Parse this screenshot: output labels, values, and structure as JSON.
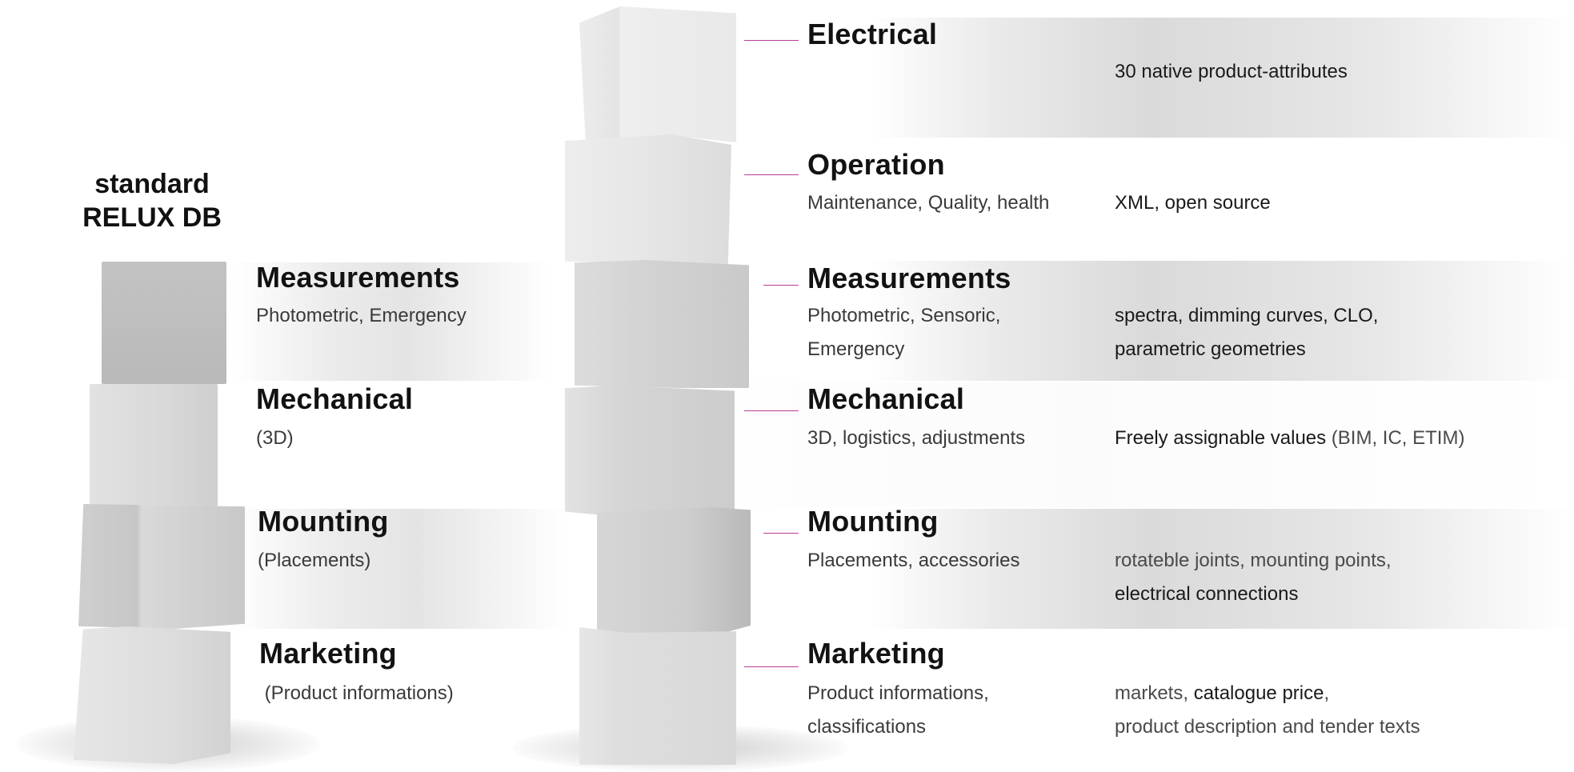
{
  "left_title": [
    "standard",
    "RELUX DB"
  ],
  "left_stack": [
    {
      "title": "Measurements",
      "subtitle": "Photometric, Emergency"
    },
    {
      "title": "Mechanical",
      "subtitle": "(3D)"
    },
    {
      "title": "Mounting",
      "subtitle": "(Placements)"
    },
    {
      "title": "Marketing",
      "subtitle": " (Product informations)"
    }
  ],
  "right_stack": [
    {
      "title": "Electrical",
      "subtitle": [],
      "detail": [
        [
          {
            "text": "30 native product-attributes",
            "style": "dark"
          }
        ]
      ]
    },
    {
      "title": "Operation",
      "subtitle": [
        "Maintenance, Quality, health"
      ],
      "detail": [
        [
          {
            "text": "XML, open source",
            "style": "dark"
          }
        ]
      ]
    },
    {
      "title": "Measurements",
      "subtitle": [
        "Photometric, Sensoric,",
        "Emergency"
      ],
      "detail": [
        [
          {
            "text": "spectra, dimming curves, CLO,",
            "style": "dark"
          }
        ],
        [
          {
            "text": "parametric geometries",
            "style": "dark"
          }
        ]
      ]
    },
    {
      "title": "Mechanical",
      "subtitle": [
        "3D, logistics, adjustments"
      ],
      "detail": [
        [
          {
            "text": "Freely assignable values",
            "style": "dark"
          },
          {
            "text": " (BIM, IC, ETIM)",
            "style": "light"
          }
        ]
      ]
    },
    {
      "title": "Mounting",
      "subtitle": [
        "Placements, accessories"
      ],
      "detail": [
        [
          {
            "text": "rotateble joints, mounting points,",
            "style": "light"
          }
        ],
        [
          {
            "text": "electrical connections",
            "style": "dark"
          }
        ]
      ]
    },
    {
      "title": "Marketing",
      "subtitle": [
        "Product informations,",
        "classifications"
      ],
      "detail": [
        [
          {
            "text": "markets, ",
            "style": "light"
          },
          {
            "text": "catalogue price",
            "style": "dark"
          },
          {
            "text": ",",
            "style": "light"
          }
        ],
        [
          {
            "text": "product description and tender texts",
            "style": "light"
          }
        ]
      ]
    }
  ],
  "colors": {
    "connector": "#b93d9b",
    "band": "#dadada",
    "cube_light": "#ececec",
    "cube_mid": "#d4d4d4",
    "cube_dark": "#bdbdbd"
  }
}
